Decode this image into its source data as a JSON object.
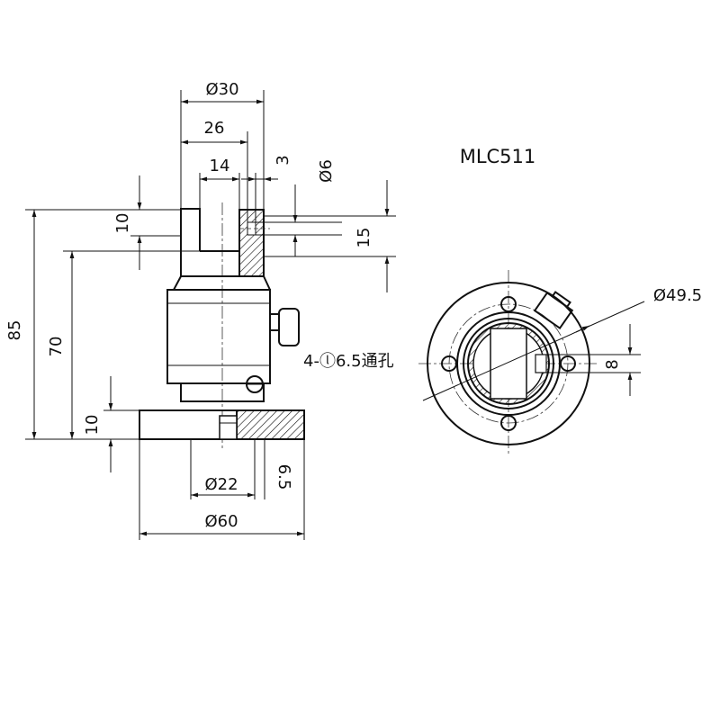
{
  "title": "MLC511",
  "dimensions": {
    "d30": "Ø30",
    "w26": "26",
    "w14": "14",
    "w3": "3",
    "d6": "Ø6",
    "h10_top": "10",
    "h15": "15",
    "h85": "85",
    "h70": "70",
    "h10_base": "10",
    "d22": "Ø22",
    "depth65": "6.5",
    "d60": "Ø60",
    "d49_5": "Ø49.5",
    "w8": "8",
    "holes_note": "4-ⓛ6.5通孔"
  }
}
